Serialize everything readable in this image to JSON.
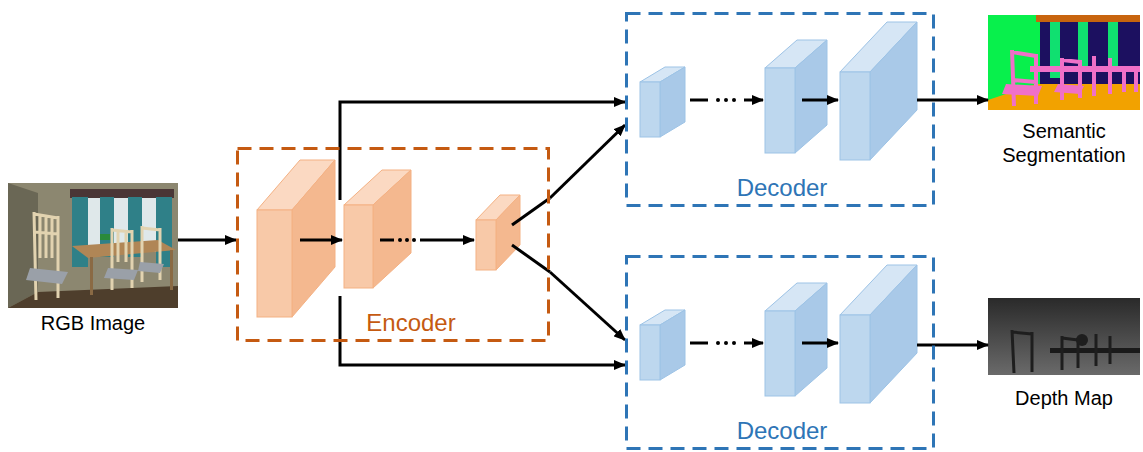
{
  "diagram": {
    "nodes": [
      {
        "text": [
          "RGB Image"
        ]
      },
      {
        "text": [
          "Encoder"
        ]
      },
      {
        "text": [
          "Decoder"
        ]
      },
      {
        "text": [
          "Semantic Segmentation"
        ]
      },
      {
        "text": [
          "Decoder"
        ]
      },
      {
        "text": [
          "Depth Map"
        ]
      }
    ],
    "edges": [
      {
        "from": 0,
        "to": 1,
        "arrow": "to"
      },
      {
        "from": 1,
        "to": 2,
        "arrow": "to"
      },
      {
        "from": 1,
        "to": 2,
        "arrow": "to"
      },
      {
        "from": 1,
        "to": 4,
        "arrow": "to"
      },
      {
        "from": 1,
        "to": 4,
        "arrow": "to"
      },
      {
        "from": 2,
        "to": 3,
        "arrow": "to"
      },
      {
        "from": 4,
        "to": 5,
        "arrow": "to"
      }
    ]
  }
}
